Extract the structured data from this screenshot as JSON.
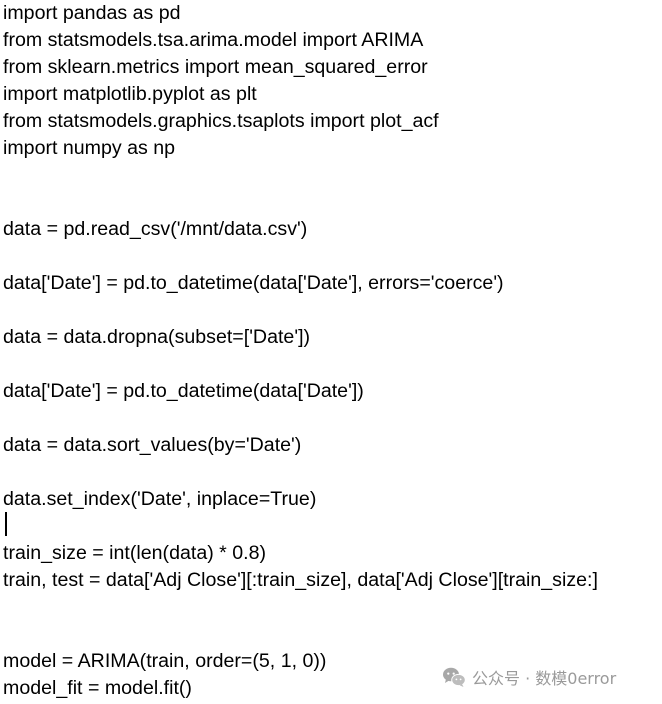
{
  "code": {
    "lines": [
      "import pandas as pd",
      "from statsmodels.tsa.arima.model import ARIMA",
      "from sklearn.metrics import mean_squared_error",
      "import matplotlib.pyplot as plt",
      "from statsmodels.graphics.tsaplots import plot_acf",
      "import numpy as np",
      "",
      "",
      "data = pd.read_csv('/mnt/data.csv')",
      "",
      "data['Date'] = pd.to_datetime(data['Date'], errors='coerce')",
      "",
      "data = data.dropna(subset=['Date'])",
      "",
      "data['Date'] = pd.to_datetime(data['Date'])",
      "",
      "data = data.sort_values(by='Date')",
      "",
      "data.set_index('Date', inplace=True)",
      "",
      "train_size = int(len(data) * 0.8)",
      "train, test = data['Adj Close'][:train_size], data['Adj Close'][train_size:]",
      "",
      "",
      "model = ARIMA(train, order=(5, 1, 0))",
      "model_fit = model.fit()"
    ]
  },
  "watermark": {
    "text": "公众号 · 数模0error",
    "icon": "wechat-icon",
    "color": "#9a9a9a"
  }
}
